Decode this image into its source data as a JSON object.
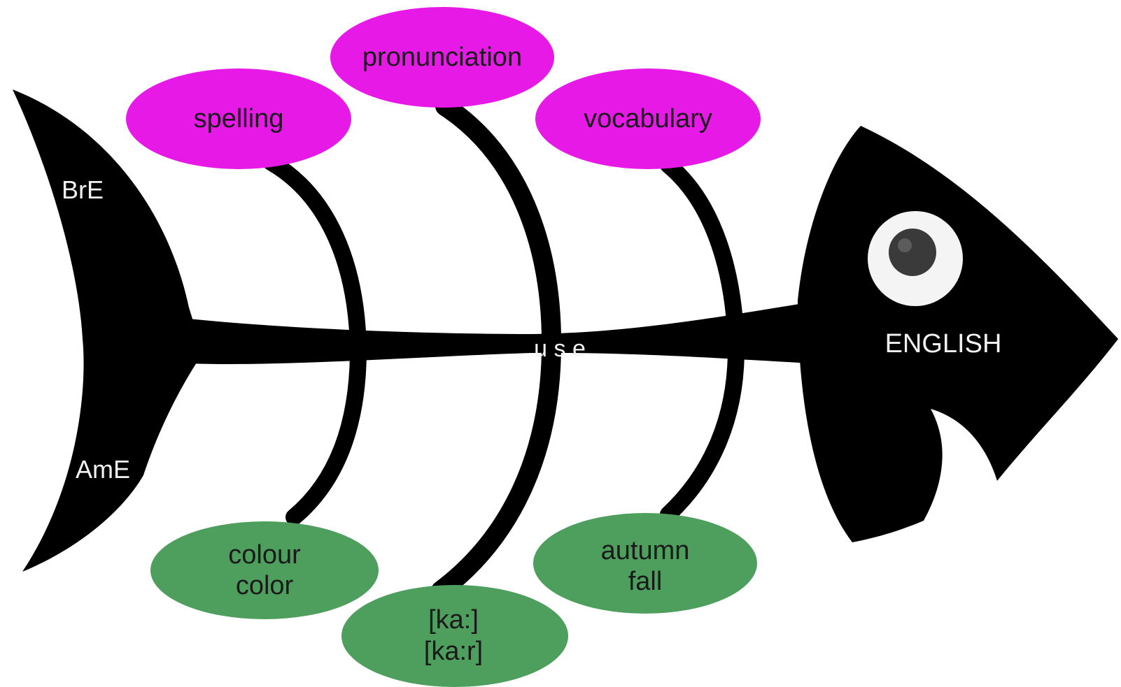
{
  "diagram": {
    "head_label": "ENGLISH",
    "spine_label": "u s e",
    "tail_labels": {
      "top": "BrE",
      "bottom": "AmE"
    },
    "categories": [
      {
        "label": "spelling",
        "example_line1": "colour",
        "example_line2": "color"
      },
      {
        "label": "pronunciation",
        "example_line1": "[ka:]",
        "example_line2": "[ka:r]"
      },
      {
        "label": "vocabulary",
        "example_line1": "autumn",
        "example_line2": "fall"
      }
    ],
    "colors": {
      "fish": "#000000",
      "category_bubble": "#e619e6",
      "example_bubble": "#4e9f5e",
      "eye_white": "#f4f4f4",
      "pupil": "#3a3a3a"
    }
  }
}
